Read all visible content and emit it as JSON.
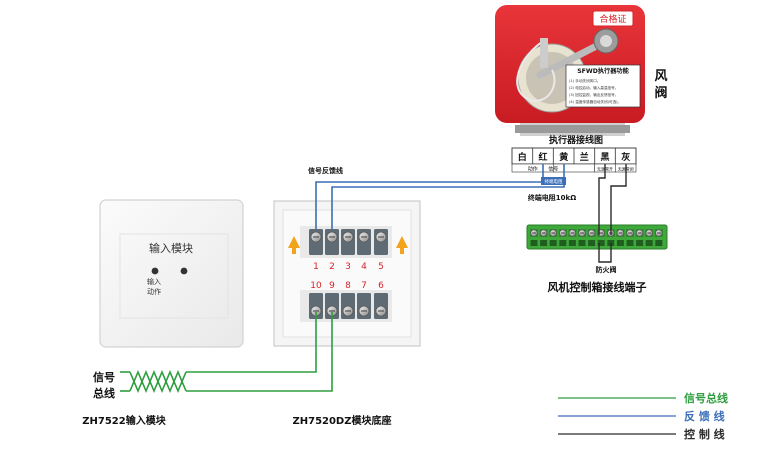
{
  "damper": {
    "cert_label": "合格证",
    "title_v1": "风",
    "title_v2": "阀",
    "info_title": "SFWD执行器功能",
    "info_lines": [
      "(1) 手动关闭风口。",
      "(2) 电控启动，输入高温信号。",
      "(3) 回控监视，输出反馈信号。",
      "(4) 温度传感器自动关闭(可选)。"
    ]
  },
  "actuator_terminal": {
    "title": "执行器接线图",
    "labels": [
      "白",
      "红",
      "黄",
      "兰",
      "黑",
      "灰"
    ],
    "sub_action": "动作",
    "sub_signal": "信号",
    "sub_source_open": "无源常开",
    "sub_source_closed": "无源常闭",
    "resistor_box": "终端电阻",
    "resistor_label": "终端电阻10kΩ"
  },
  "wire_label": "信号反馈线",
  "fan_box": {
    "fire_valve": "防火阀",
    "caption": "风机控制箱接线端子"
  },
  "input_module": {
    "panel_title": "输入模块",
    "led_label_1": "输入",
    "led_label_2": "动作",
    "caption": "ZH7522输入模块"
  },
  "base": {
    "top_numbers": [
      "1",
      "2",
      "3",
      "4",
      "5"
    ],
    "bottom_numbers": [
      "10",
      "9",
      "8",
      "7",
      "6"
    ],
    "caption": "ZH7520DZ模块底座"
  },
  "bus": {
    "label_1": "信号",
    "label_2": "总线"
  },
  "legend": [
    {
      "label": "信号总线",
      "color": "#2e9e3f"
    },
    {
      "label": "反 馈 线",
      "color": "#3b6fb8"
    },
    {
      "label": "控 制 线",
      "color": "#2b2b2b"
    }
  ],
  "colors": {
    "signal_bus": "#2e9e3f",
    "feedback": "#3b6fb8",
    "control": "#2b2b2b",
    "damper_red": "#d8232a",
    "terminal_green": "#3ea83a",
    "number_red": "#d8232a",
    "arrow_orange": "#f3a21b"
  }
}
